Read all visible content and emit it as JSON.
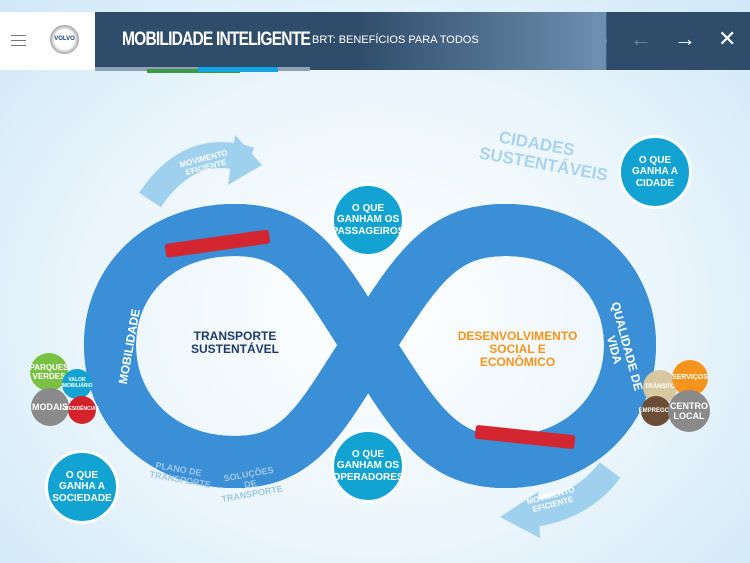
{
  "header": {
    "title": "MOBILIDADE INTELIGENTE",
    "subtitle": "BRT: BENEFÍCIOS PARA TODOS",
    "logo": "VOLVO",
    "menu_icon": "hamburger-icon",
    "back_icon": "arrow-left-icon",
    "forward_icon": "arrow-right-icon",
    "close_icon": "close-icon"
  },
  "diagram": {
    "left_loop": "TRANSPORTE SUSTENTÁVEL",
    "right_loop": "DESENVOLVIMENTO SOCIAL E ECONÔMICO",
    "left_track": "MOBILIDADE",
    "right_track": "QUALIDADE DE VIDA",
    "top_arrow": "MOVIMENTO EFICIENTE",
    "bottom_arrow": "MOVIMENTO EFICIENTE",
    "cidades": "CIDADES SUSTENTÁVEIS",
    "plano": "PLANO DE TRANSPORTE",
    "solucoes": "SOLUÇÕES DE TRANSPORTE",
    "questions": {
      "passageiros": "O QUE GANHAM OS PASSAGEIROS",
      "cidade": "O QUE GANHA A CIDADE",
      "operadores": "O QUE GANHAM OS OPERADORES",
      "sociedade": "O QUE GANHA A SOCIEDADE"
    },
    "left_bubbles": {
      "parques": "PARQUES VERDES",
      "valor": "VALOR IMOBILIÁRIO",
      "modais": "MODAIS",
      "residencias": "RESIDÊNCIAS"
    },
    "right_bubbles": {
      "transito": "TRÂNSITO",
      "servicos": "SERVIÇOS",
      "empregos": "EMPREGOS",
      "centro": "CENTRO LOCAL"
    }
  },
  "colors": {
    "header": "#2f4d6b",
    "accent_blue": "#12a3d3",
    "green": "#7ac143",
    "orange": "#f7941d",
    "navy": "#1f3a6e"
  }
}
